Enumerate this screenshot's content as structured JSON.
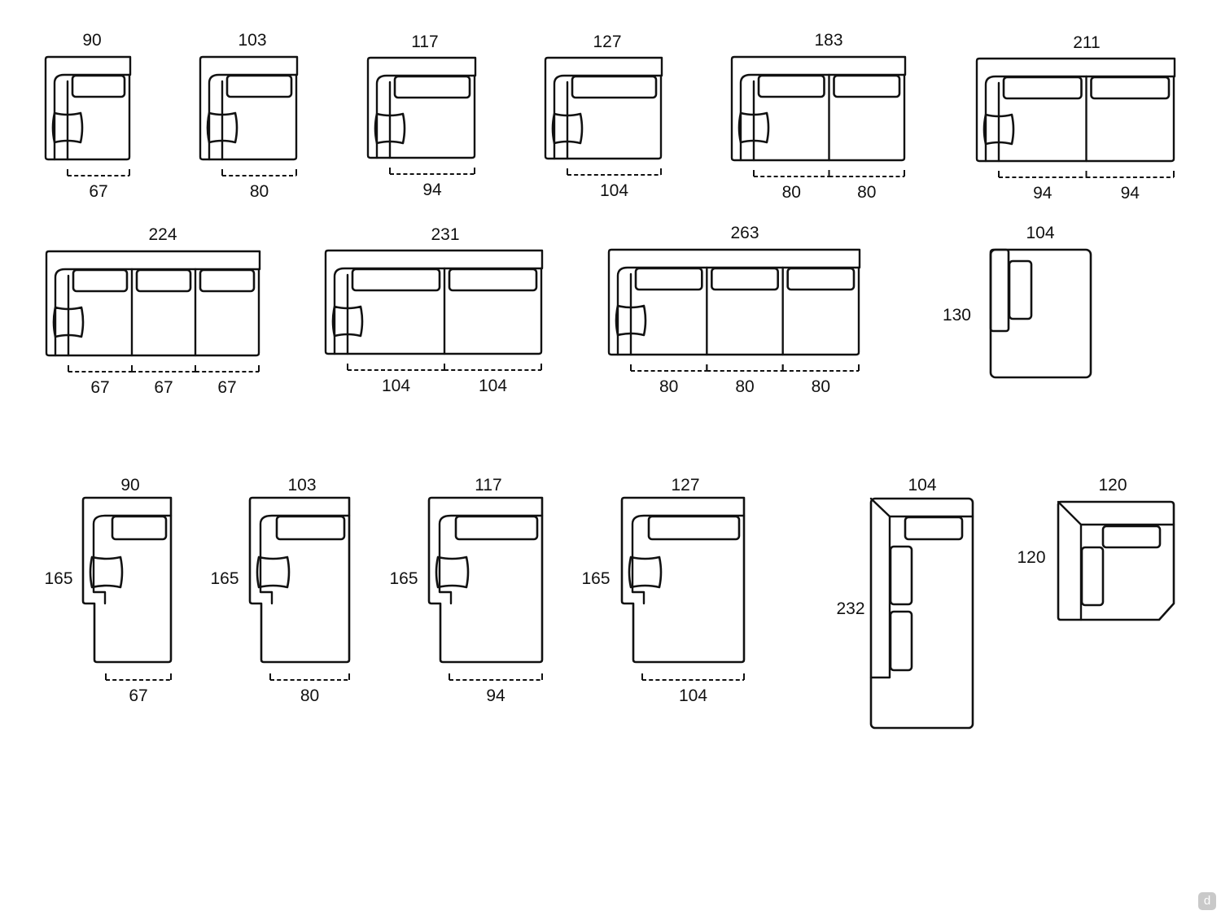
{
  "modules": [
    {
      "id": "row1-90",
      "group": "linear",
      "width_label": "90",
      "seat_labels": [
        "67"
      ]
    },
    {
      "id": "row1-103",
      "group": "linear",
      "width_label": "103",
      "seat_labels": [
        "80"
      ]
    },
    {
      "id": "row1-117",
      "group": "linear",
      "width_label": "117",
      "seat_labels": [
        "94"
      ]
    },
    {
      "id": "row1-127",
      "group": "linear",
      "width_label": "127",
      "seat_labels": [
        "104"
      ]
    },
    {
      "id": "row1-183",
      "group": "linear",
      "width_label": "183",
      "seat_labels": [
        "80",
        "80"
      ]
    },
    {
      "id": "row1-211",
      "group": "linear",
      "width_label": "211",
      "seat_labels": [
        "94",
        "94"
      ]
    },
    {
      "id": "row2-224",
      "group": "linear",
      "width_label": "224",
      "seat_labels": [
        "67",
        "67",
        "67"
      ]
    },
    {
      "id": "row2-231",
      "group": "linear",
      "width_label": "231",
      "seat_labels": [
        "104",
        "104"
      ]
    },
    {
      "id": "row2-263",
      "group": "linear",
      "width_label": "263",
      "seat_labels": [
        "80",
        "80",
        "80"
      ]
    },
    {
      "id": "row2-104x130",
      "group": "pouf",
      "width_label": "104",
      "depth_label": "130"
    },
    {
      "id": "row3-90",
      "group": "chaise",
      "width_label": "90",
      "depth_label": "165",
      "seat_labels": [
        "67"
      ]
    },
    {
      "id": "row3-103",
      "group": "chaise",
      "width_label": "103",
      "depth_label": "165",
      "seat_labels": [
        "80"
      ]
    },
    {
      "id": "row3-117",
      "group": "chaise",
      "width_label": "117",
      "depth_label": "165",
      "seat_labels": [
        "94"
      ]
    },
    {
      "id": "row3-127",
      "group": "chaise",
      "width_label": "127",
      "depth_label": "165",
      "seat_labels": [
        "104"
      ]
    },
    {
      "id": "row3-104x232",
      "group": "long-chaise",
      "width_label": "104",
      "depth_label": "232"
    },
    {
      "id": "row3-120x120",
      "group": "corner",
      "width_label": "120",
      "depth_label": "120"
    }
  ],
  "watermark": "d"
}
